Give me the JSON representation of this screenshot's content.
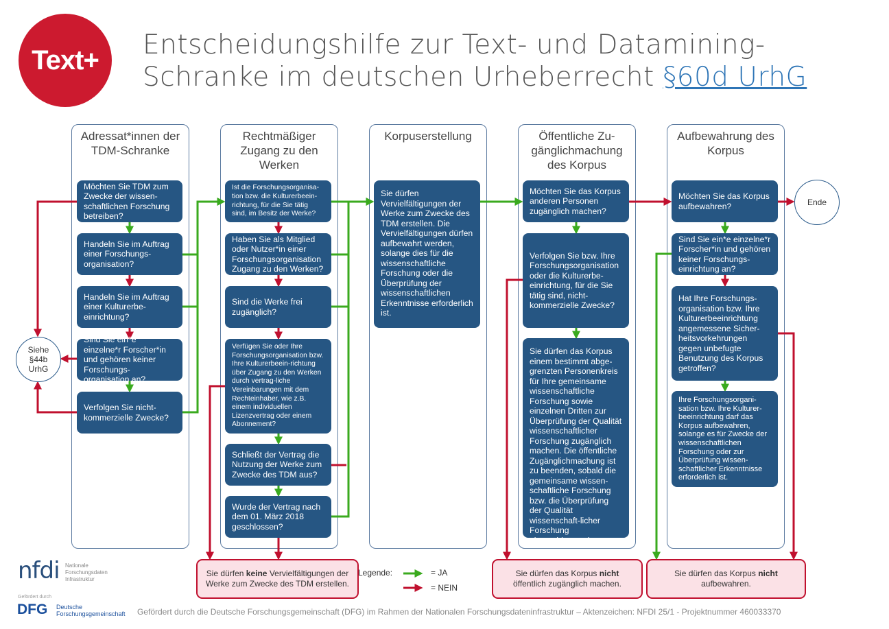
{
  "logo": "Text+",
  "title": {
    "line1": "Entscheidungshilfe zur Text- und Datamining-",
    "line2": "Schranke im deutschen Urheberrecht ",
    "link": "§60d UrhG"
  },
  "columns": [
    {
      "title": "Adressat*innen der TDM-Schranke",
      "boxes": [
        "Möchten Sie TDM zum Zwecke der wissen-schaftlichen Forschung betreiben?",
        "Handeln Sie im Auftrag einer Forschungs-organisation?",
        "Handeln Sie im Auftrag einer Kulturerbe-einrichtung?",
        "Sind Sie ein*e einzelne*r Forscher*in und gehören keiner Forschungs-organisation an?",
        "Verfolgen Sie nicht-kommerzielle Zwecke?"
      ]
    },
    {
      "title": "Rechtmäßiger Zugang zu den Werken",
      "boxes": [
        "Ist die Forschungsorganisa-tion bzw. die Kulturerbeein-richtung, für die Sie tätig sind, im Besitz der Werke?",
        "Haben Sie als Mitglied oder Nutzer*in einer Forschungsorganisation Zugang zu den Werken?",
        "Sind die Werke frei zugänglich?",
        "Verfügen Sie oder Ihre Forschungsorganisation bzw. Ihre Kulturerbeein-richtung über Zugang zu den Werken durch vertrag-liche Vereinbarungen mit dem Rechteinhaber, wie z.B. einem individuellen Lizenzvertrag oder einem Abonnement?",
        "Schließt der Vertrag die Nutzung der Werke zum Zwecke des TDM aus?",
        "Wurde der Vertrag nach dem 01. März 2018 geschlossen?"
      ]
    },
    {
      "title": "Korpuserstellung",
      "boxes": [
        "Sie dürfen Vervielfältigungen der Werke zum Zwecke des TDM erstellen. Die Vervielfältigungen dürfen aufbewahrt werden, solange dies für die wissenschaftliche Forschung oder die Überprüfung der wissenschaftlichen Erkenntnisse erforderlich ist."
      ]
    },
    {
      "title": "Öffentliche Zu-gänglichmachung des Korpus",
      "boxes": [
        "Möchten Sie das Korpus anderen Personen zugänglich machen?",
        "Verfolgen Sie bzw. Ihre Forschungsorganisation oder die Kulturerbe-einrichtung, für die Sie tätig sind, nicht-kommerzielle Zwecke?",
        "Sie dürfen das Korpus einem bestimmt abge-grenzten Personenkreis für Ihre gemeinsame wissenschaftliche Forschung sowie einzelnen Dritten zur Überprüfung der Qualität wissenschaftlicher Forschung zugänglich machen. Die öffentliche Zugänglichmachung ist zu beenden, sobald die gemeinsame wissen-schaftliche Forschung bzw. die Überprüfung der Qualität wissenschaft-licher Forschung abgeschlossen ist."
      ]
    },
    {
      "title": "Aufbewahrung des Korpus",
      "boxes": [
        "Möchten Sie das Korpus aufbewahren?",
        "Sind Sie ein*e einzelne*r Forscher*in und gehören keiner Forschungs-einrichtung an?",
        "Hat Ihre Forschungs-organisation bzw. Ihre Kulturerbeeinrichtung angemessene Sicher-heitsvorkehrungen gegen unbefugte Benutzung des Korpus getroffen?",
        "Ihre Forschungsorgani-sation bzw. Ihre Kulturer-beeinrichtung darf das Korpus aufbewahren, solange es für Zwecke der wissenschaftlichen Forschung oder zur Überprüfung wissen-schaftlicher Erkenntnisse erforderlich ist."
      ]
    }
  ],
  "ende": "Ende",
  "siehe": {
    "l1": "Siehe",
    "l2": "§44b",
    "l3": "UrhG"
  },
  "results": [
    {
      "pre": "Sie dürfen ",
      "bold": "keine",
      "post": " Vervielfältigungen der Werke zum Zwecke des TDM erstellen."
    },
    {
      "pre": "Sie dürfen das Korpus ",
      "bold": "nicht",
      "post": " öffentlich zugänglich machen."
    },
    {
      "pre": "Sie dürfen das Korpus ",
      "bold": "nicht",
      "post": " aufbewahren."
    }
  ],
  "legend": {
    "label": "Legende:",
    "yes": "= JA",
    "no": "= NEIN"
  },
  "colors": {
    "yes": "#3aaa1e",
    "no": "#c0102e",
    "box": "#265683"
  },
  "nfdi": {
    "logo": "nfdi",
    "l1": "Nationale",
    "l2": "Forschungsdaten",
    "l3": "Infrastruktur"
  },
  "dfg": {
    "funded": "Gefördert durch",
    "logo": "DFG",
    "l1": "Deutsche",
    "l2": "Forschungsgemeinschaft"
  },
  "footer": "Gefördert durch die Deutsche Forschungsgemeinschaft (DFG) im Rahmen der Nationalen Forschungsdateninfrastruktur – Aktenzeichen: NFDI 25/1 - Projektnummer 460033370"
}
